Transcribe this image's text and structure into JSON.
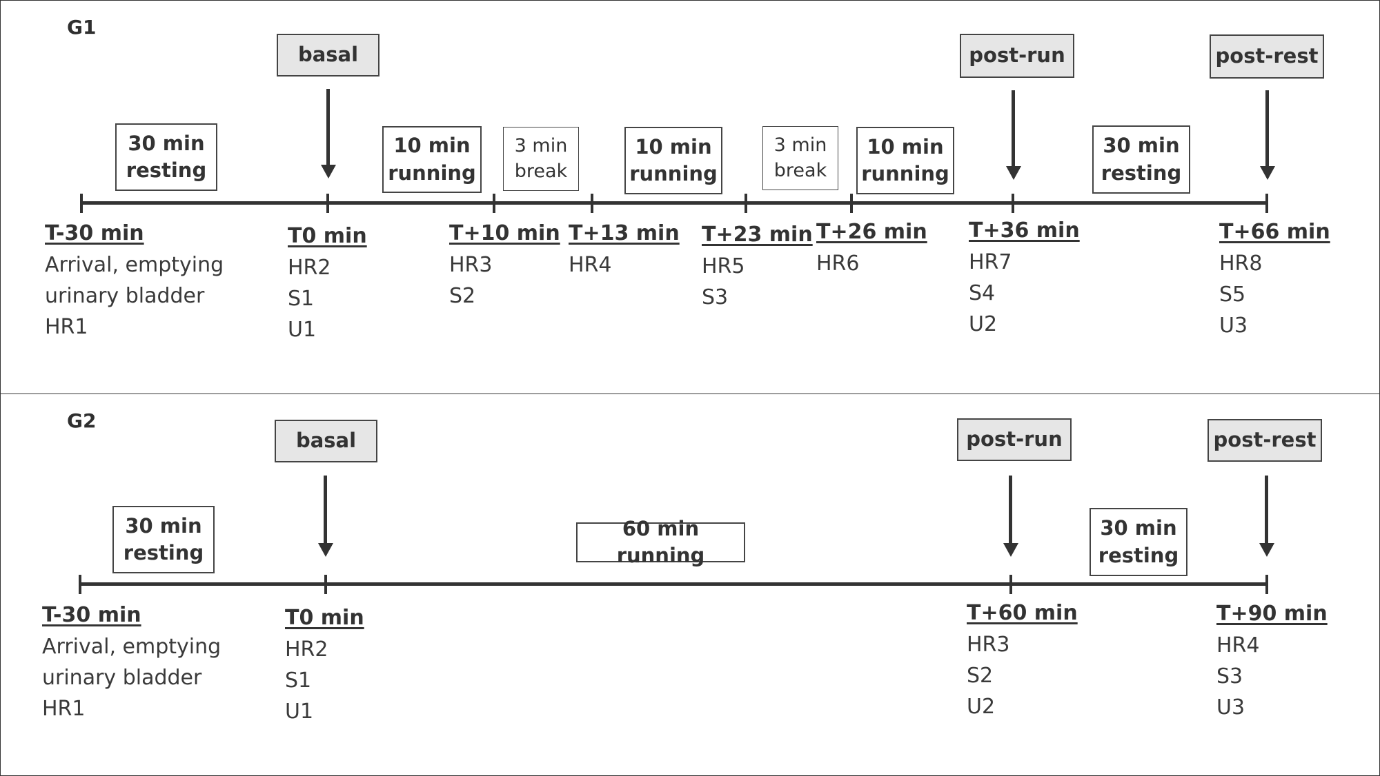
{
  "g1": {
    "label": "G1",
    "phases": [
      "basal",
      "post-run",
      "post-rest"
    ],
    "intervals": [
      {
        "l1": "30 min",
        "l2": "resting"
      },
      {
        "l1": "10 min",
        "l2": "running"
      },
      {
        "l1": "3 min",
        "l2": "break"
      },
      {
        "l1": "10 min",
        "l2": "running"
      },
      {
        "l1": "3 min",
        "l2": "break"
      },
      {
        "l1": "10 min",
        "l2": "running"
      },
      {
        "l1": "30 min",
        "l2": "resting"
      }
    ],
    "timepoints": [
      {
        "label": "T-30 min",
        "lines": [
          "Arrival, emptying",
          "urinary bladder",
          "HR1"
        ]
      },
      {
        "label": "T0 min",
        "lines": [
          "HR2",
          "S1",
          "U1"
        ]
      },
      {
        "label": "T+10 min",
        "lines": [
          "HR3",
          "S2"
        ]
      },
      {
        "label": "T+13 min",
        "lines": [
          "HR4"
        ]
      },
      {
        "label": "T+23 min",
        "lines": [
          "HR5",
          "S3"
        ]
      },
      {
        "label": "T+26 min",
        "lines": [
          "HR6"
        ]
      },
      {
        "label": "T+36 min",
        "lines": [
          "HR7",
          "S4",
          "U2"
        ]
      },
      {
        "label": "T+66 min",
        "lines": [
          "HR8",
          "S5",
          "U3"
        ]
      }
    ]
  },
  "g2": {
    "label": "G2",
    "phases": [
      "basal",
      "post-run",
      "post-rest"
    ],
    "intervals": [
      {
        "l1": "30 min",
        "l2": "resting"
      },
      {
        "l1": "60 min running"
      },
      {
        "l1": "30 min",
        "l2": "resting"
      }
    ],
    "timepoints": [
      {
        "label": "T-30 min",
        "lines": [
          "Arrival, emptying",
          "urinary bladder",
          "HR1"
        ]
      },
      {
        "label": "T0 min",
        "lines": [
          "HR2",
          "S1",
          "U1"
        ]
      },
      {
        "label": "T+60 min",
        "lines": [
          "HR3",
          "S2",
          "U2"
        ]
      },
      {
        "label": "T+90 min",
        "lines": [
          "HR4",
          "S3",
          "U3"
        ]
      }
    ]
  }
}
